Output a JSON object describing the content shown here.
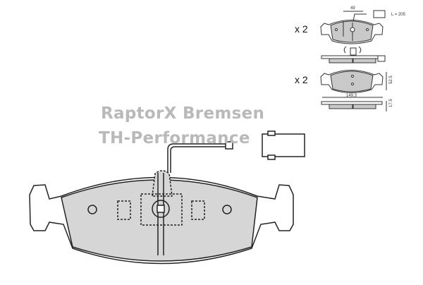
{
  "watermark": {
    "line1": "RaptorX Bremsen",
    "line2": "TH-Performance"
  },
  "quantities": {
    "top_pad": "x 2",
    "bottom_pad": "x 2"
  },
  "dimensions": {
    "sensor_offset": "49",
    "wire_length": "L = 205",
    "height": "52.5",
    "width": "149.3",
    "thickness": "17.5"
  },
  "colors": {
    "pad_fill": "#d6d6d6",
    "line": "#222222",
    "watermark": "#b9b9b9"
  }
}
